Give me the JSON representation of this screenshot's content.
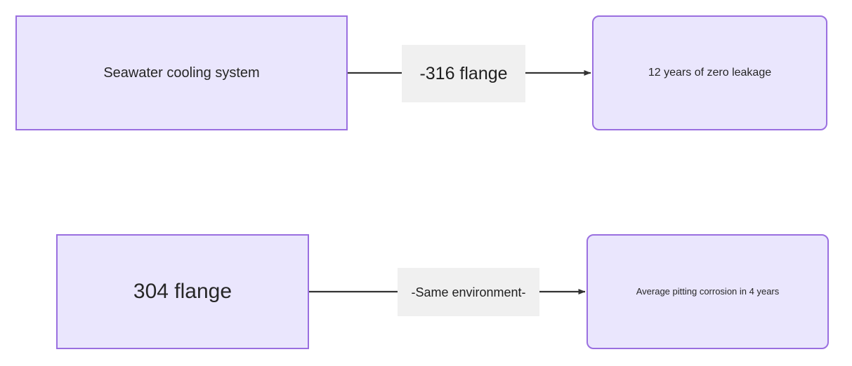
{
  "diagram": {
    "type": "flowchart",
    "direction": "left-to-right",
    "background_color": "#ffffff",
    "node_fill_color": "#eae6fd",
    "node_border_color": "#9a6fe0",
    "edge_color": "#333333",
    "edge_label_background": "#f0f0f0",
    "nodes": [
      {
        "id": "seawater",
        "label": "Seawater cooling system",
        "shape": "rectangle",
        "row": 1,
        "column": "left"
      },
      {
        "id": "zero_leakage",
        "label": "12 years of zero leakage",
        "shape": "rounded-rectangle",
        "row": 1,
        "column": "right"
      },
      {
        "id": "flange_304",
        "label": "304 flange",
        "shape": "rectangle",
        "row": 2,
        "column": "left"
      },
      {
        "id": "pitting",
        "label": "Average pitting corrosion in 4 years",
        "shape": "rounded-rectangle",
        "row": 2,
        "column": "right"
      }
    ],
    "edges": [
      {
        "id": "edge1",
        "from": "seawater",
        "to": "zero_leakage",
        "label": "-316 flange",
        "arrow": "filled-triangle"
      },
      {
        "id": "edge2",
        "from": "flange_304",
        "to": "pitting",
        "label": "-Same environment-",
        "arrow": "filled-triangle"
      }
    ]
  }
}
